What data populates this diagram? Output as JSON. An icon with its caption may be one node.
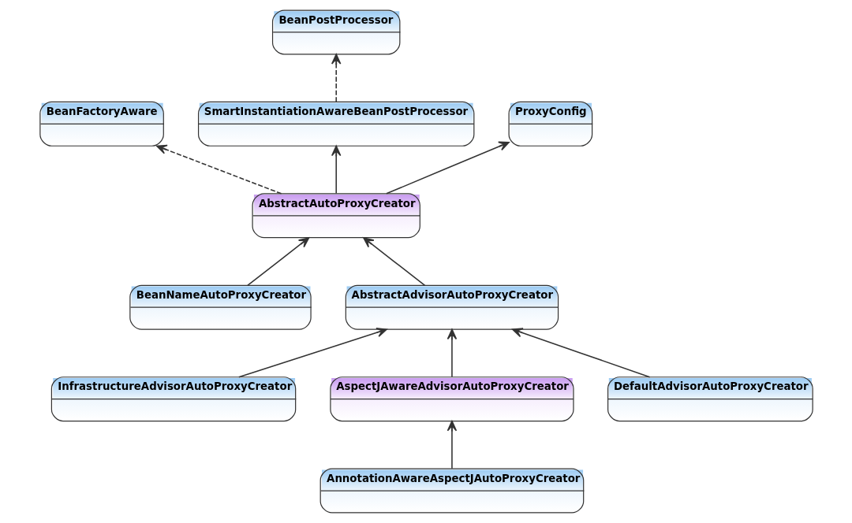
{
  "diagram": {
    "nodes": [
      {
        "text": [
          "BeanPostProcessor"
        ]
      },
      {
        "text": [
          "BeanFactoryAware"
        ]
      },
      {
        "text": [
          "SmartInstantiationAwareBeanPostProcessor"
        ]
      },
      {
        "text": [
          "ProxyConfig"
        ]
      },
      {
        "text": [
          "AbstractAutoProxyCreator"
        ]
      },
      {
        "text": [
          "BeanNameAutoProxyCreator"
        ]
      },
      {
        "text": [
          "AbstractAdvisorAutoProxyCreator"
        ]
      },
      {
        "text": [
          "InfrastructureAdvisorAutoProxyCreator"
        ]
      },
      {
        "text": [
          "AspectJAwareAdvisorAutoProxyCreator"
        ]
      },
      {
        "text": [
          "DefaultAdvisorAutoProxyCreator"
        ]
      },
      {
        "text": [
          "AnnotationAwareAspectJAutoProxyCreator"
        ]
      }
    ],
    "edges": [
      {
        "from": 2,
        "to": 0,
        "arrow": "to",
        "style": "dashed"
      },
      {
        "from": 4,
        "to": 1,
        "arrow": "to",
        "style": "dashed"
      },
      {
        "from": 4,
        "to": 2,
        "arrow": "to"
      },
      {
        "from": 4,
        "to": 3,
        "arrow": "to"
      },
      {
        "from": 5,
        "to": 4,
        "arrow": "to"
      },
      {
        "from": 6,
        "to": 4,
        "arrow": "to"
      },
      {
        "from": 7,
        "to": 6,
        "arrow": "to"
      },
      {
        "from": 8,
        "to": 6,
        "arrow": "to"
      },
      {
        "from": 9,
        "to": 6,
        "arrow": "to"
      },
      {
        "from": 10,
        "to": 8,
        "arrow": "to"
      }
    ]
  }
}
